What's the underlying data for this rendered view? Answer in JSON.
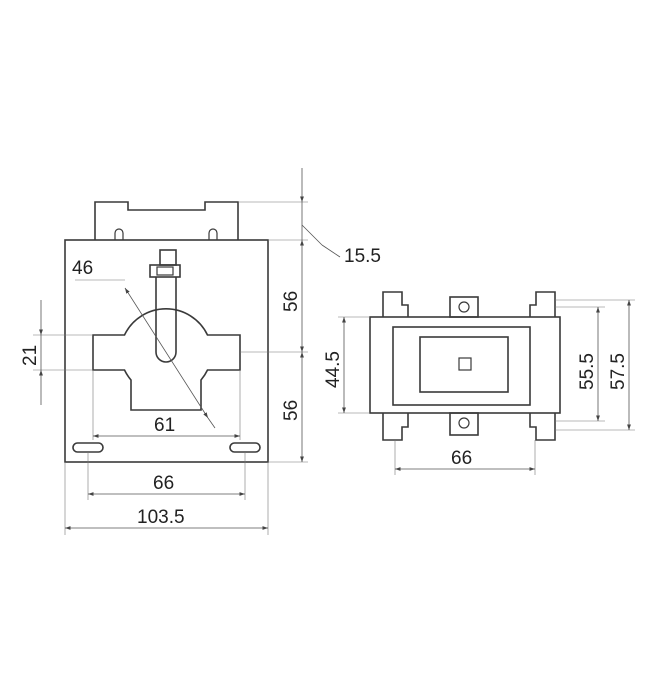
{
  "dimensions": {
    "front_hole_diameter": "46",
    "front_window_height": "21",
    "front_window_width": "61",
    "front_slot_spacing": "66",
    "front_overall_width": "103.5",
    "front_terminal_height": "15.5",
    "front_upper_height": "56",
    "front_lower_height": "56",
    "side_body_height": "44.5",
    "side_mount_spacing": "66",
    "side_inner_height": "55.5",
    "side_outer_height": "57.5"
  },
  "colors": {
    "line": "#3a3a3a",
    "background": "#ffffff"
  }
}
